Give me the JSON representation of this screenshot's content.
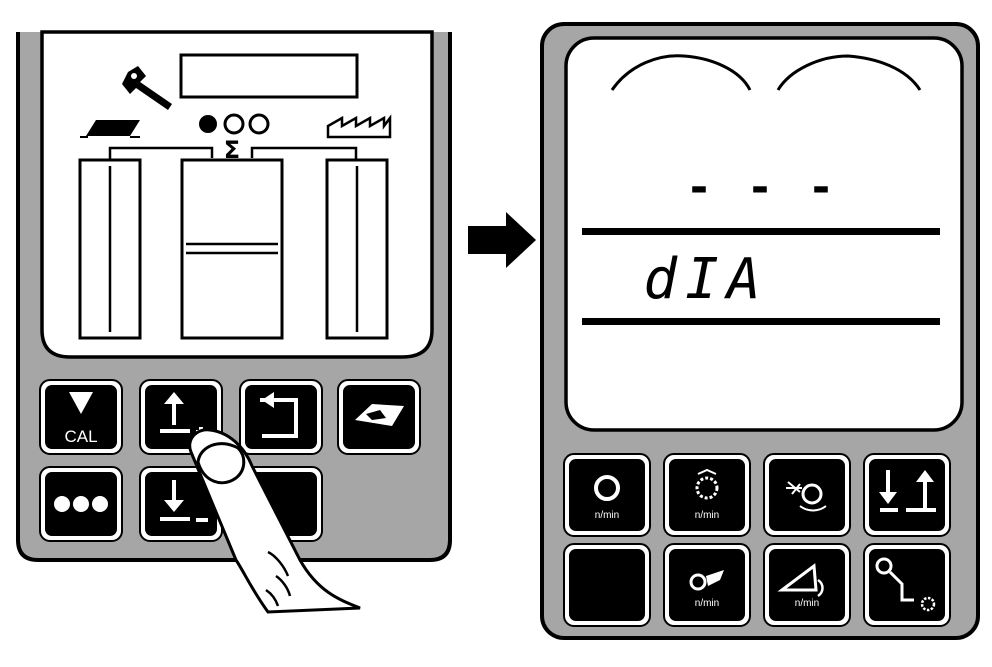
{
  "left_panel": {
    "display": {
      "bars": [
        {
          "name": "field-indicator",
          "icon": "field-icon"
        },
        {
          "name": "total-indicator",
          "icon": "sum-icon",
          "sum_symbol": "Σ",
          "dots": [
            "filled",
            "empty",
            "empty"
          ]
        },
        {
          "name": "factory-indicator",
          "icon": "factory-icon"
        }
      ],
      "wrench_icon": "wrench-icon"
    },
    "keys": {
      "cal_label": "CAL",
      "row1": [
        "cal-down-key",
        "up-plus-key",
        "enter-back-key",
        "tank-key"
      ],
      "row2": [
        "dots-key",
        "down-minus-key",
        "hidden-key"
      ]
    },
    "finger": "pressing up-plus-key"
  },
  "arrow": "arrow-right-icon",
  "right_panel": {
    "display": {
      "dashes": "- - -",
      "text": "dIA"
    },
    "keys": {
      "unit_label": "n/min",
      "row1": [
        "drum-rpm-key",
        "rotor-rpm-key",
        "spreader-disc-key",
        "up-down-key"
      ],
      "row2": [
        "blank-key",
        "fan-rpm-key",
        "pto-rpm-key",
        "hitch-settings-key"
      ]
    }
  }
}
